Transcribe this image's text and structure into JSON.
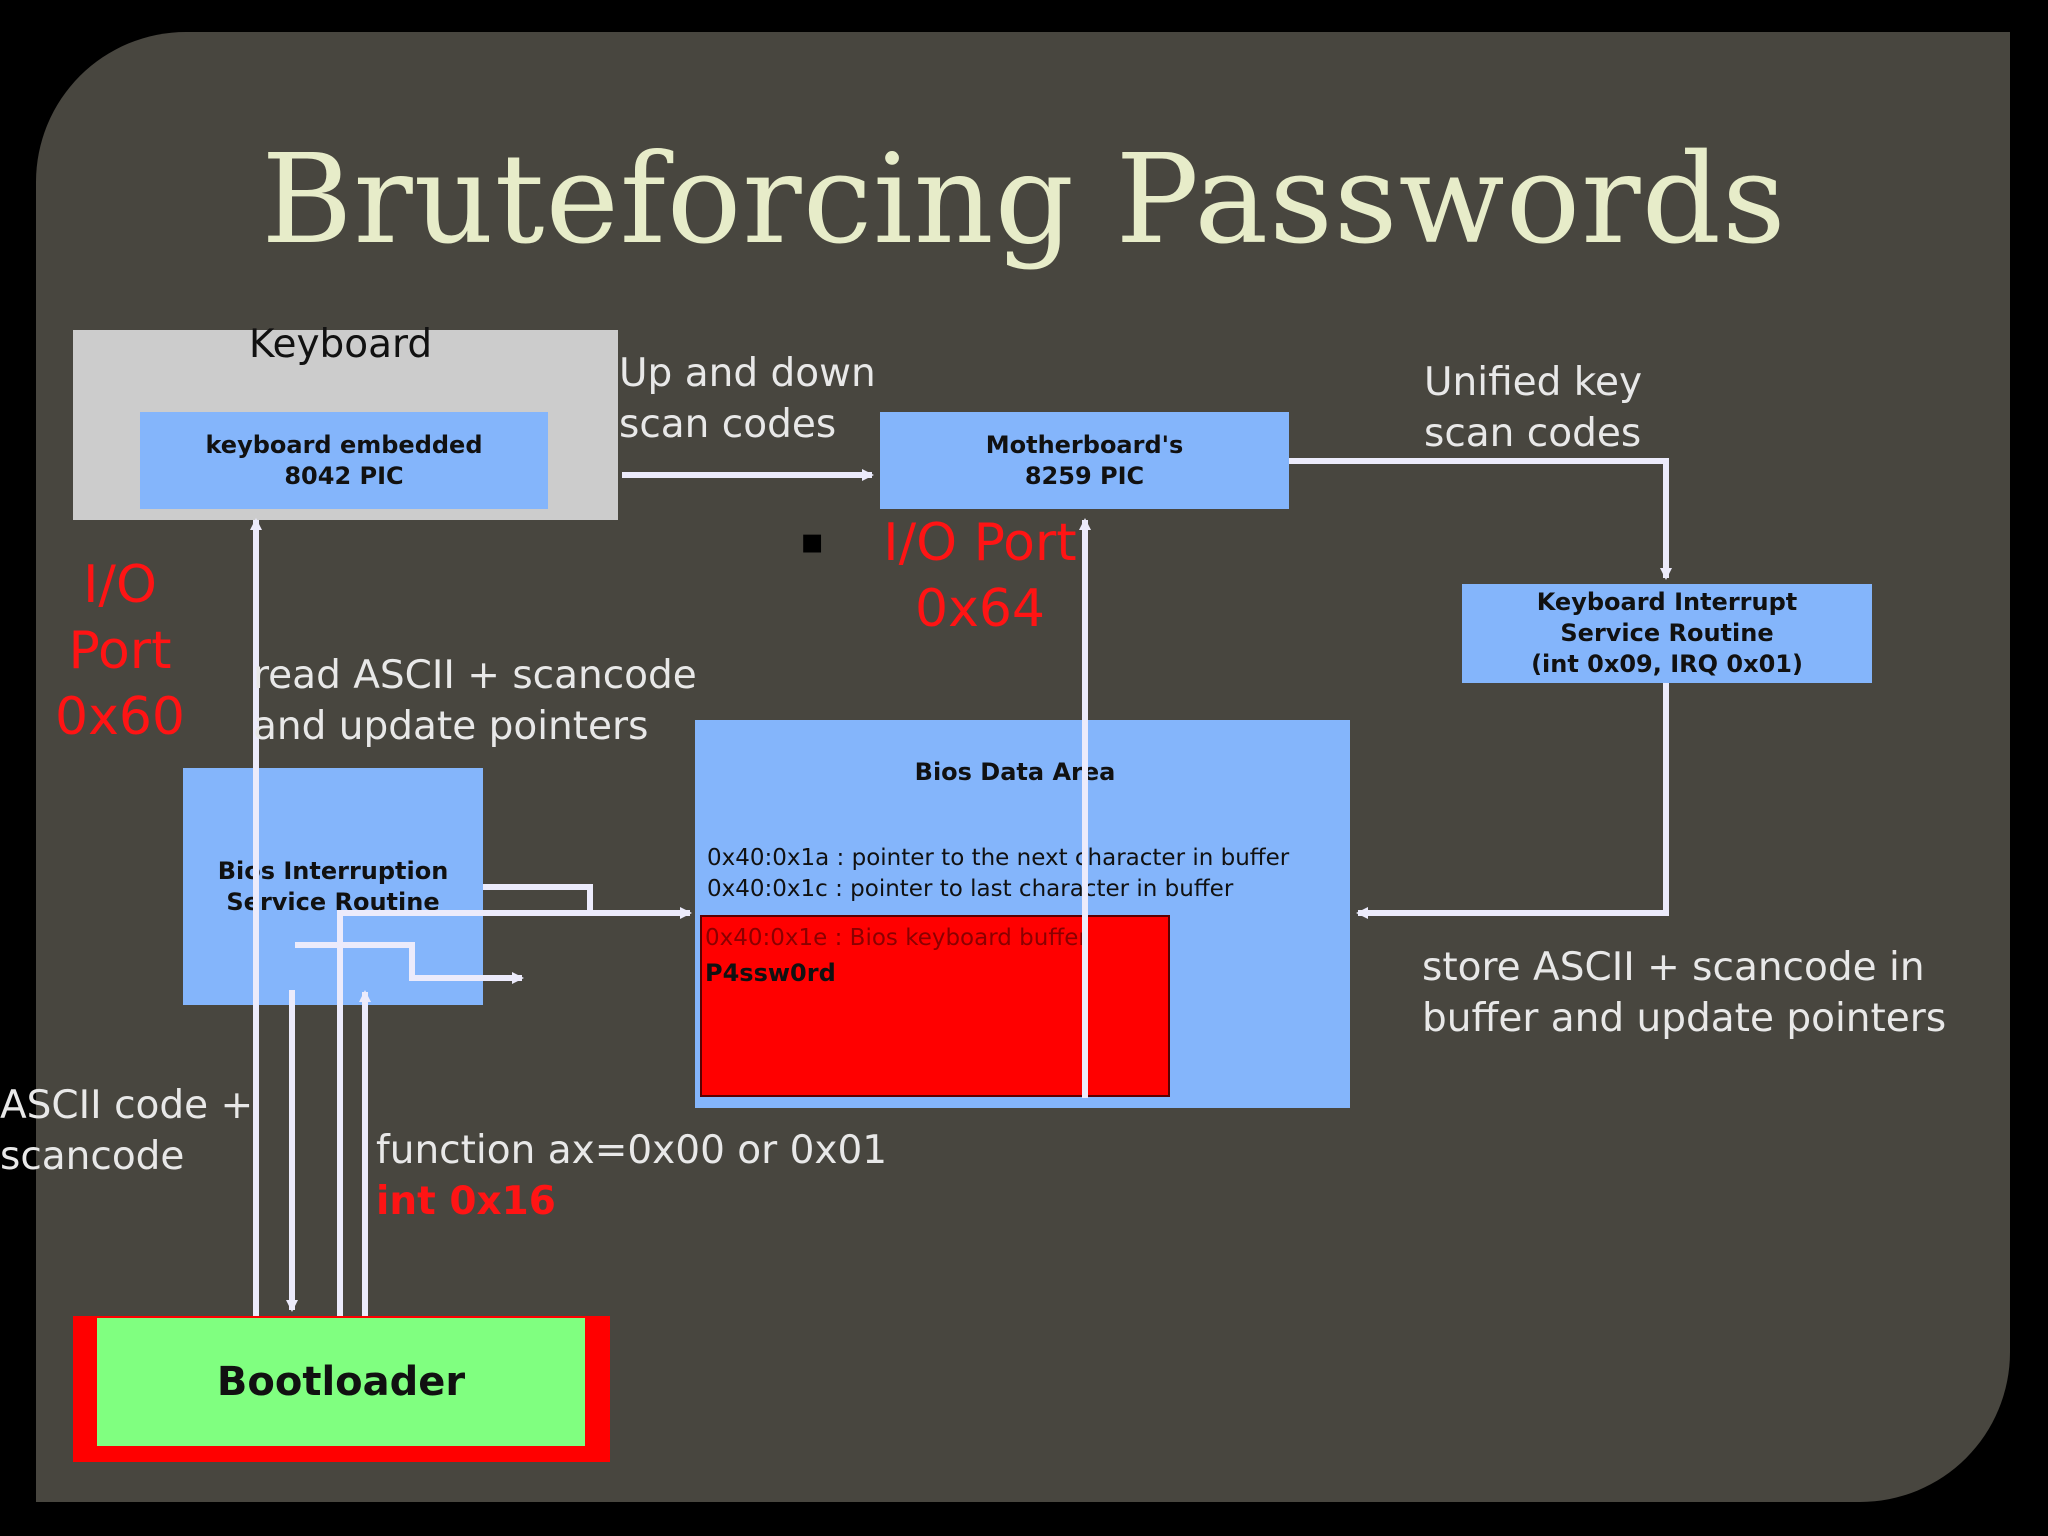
{
  "slide": {
    "title": "Bruteforcing Passwords",
    "bullet_mark": "▪"
  },
  "nodes": {
    "keyboard": {
      "label": "Keyboard"
    },
    "keyboard_pic": {
      "line1": "keyboard embedded",
      "line2": "8042 PIC"
    },
    "motherboard_pic": {
      "line1": "Motherboard's",
      "line2": "8259 PIC"
    },
    "kbd_isr": {
      "line1": "Keyboard Interrupt",
      "line2": "Service Routine",
      "line3": "(int 0x09, IRQ 0x01)"
    },
    "bios_data_area": {
      "title": "Bios Data Area",
      "ptr1": "0x40:0x1a : pointer to the next character in buffer",
      "ptr2": "0x40:0x1c : pointer to last character in buffer"
    },
    "kbd_buffer": {
      "label": "0x40:0x1e : Bios keyboard buffer",
      "content": "P4ssw0rd"
    },
    "bios_isr": {
      "line1": "Bios Interruption",
      "line2": "Service Routine"
    },
    "bootloader": {
      "label": "Bootloader"
    }
  },
  "edges": {
    "up_down": {
      "line1": "Up and down",
      "line2": "scan codes"
    },
    "unified": {
      "line1": "Unified key",
      "line2": "scan codes"
    },
    "store": {
      "line1": "store ASCII + scancode in",
      "line2": "buffer and update pointers"
    },
    "read": {
      "line1": "read ASCII + scancode",
      "line2": "and update pointers"
    },
    "ascii": {
      "line1": "ASCII code +",
      "line2": "scancode"
    },
    "function": {
      "line1": "function ax=0x00 or 0x01",
      "line2": "int 0x16"
    }
  },
  "io_ports": {
    "port60": {
      "line1": "I/O",
      "line2": "Port",
      "line3": "0x60"
    },
    "port64": {
      "line1": "I/O Port",
      "line2": "0x64"
    }
  },
  "colors": {
    "background": "#48463f",
    "title": "#e7ecc9",
    "box_blue": "#84b5fb",
    "keyboard_gray": "#cccccc",
    "buffer_red": "#ff0000",
    "bootloader_green": "#80ff80",
    "arrow": "#ecebfb"
  }
}
